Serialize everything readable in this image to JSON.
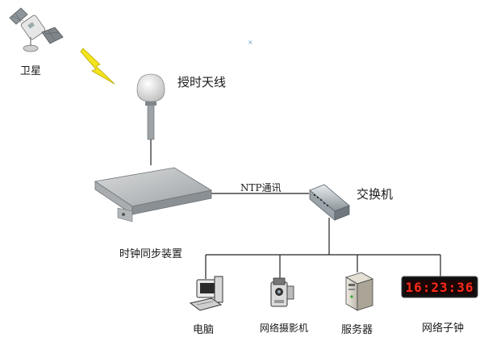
{
  "labels": {
    "satellite": "卫星",
    "antenna": "授时天线",
    "ntp": "NTP通讯",
    "switch": "交换机",
    "clock_device": "时钟同步装置",
    "computer": "电脑",
    "camera": "网络摄影机",
    "server": "服务器",
    "network_clock": "网络子钟"
  },
  "clock_display": "16:23:36",
  "colors": {
    "lightning": "#f4e41c",
    "clock_digits": "#ff2a1a",
    "clock_face": "#111111",
    "line": "#222222"
  },
  "icons": [
    "satellite-icon",
    "lightning-icon",
    "antenna-icon",
    "rack-device-icon",
    "switch-icon",
    "computer-icon",
    "camera-icon",
    "server-icon",
    "led-clock-icon"
  ]
}
